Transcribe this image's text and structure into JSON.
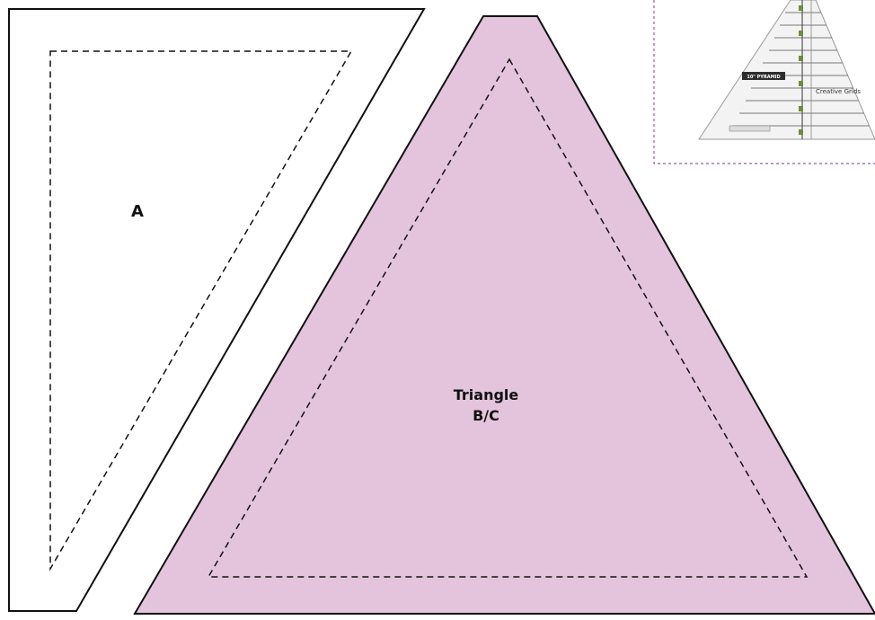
{
  "piece_a": {
    "label": "A",
    "fill_color": "#ffffff"
  },
  "triangle_bc": {
    "label_line1": "Triangle",
    "label_line2": "B/C",
    "fill_color": "#e4c4dc"
  },
  "ruler_thumbnail": {
    "frame_color": "#9b59b6",
    "ruler_text_left": "10\" PYRAMID",
    "ruler_text_right": "Creative Grids",
    "ruler_accent_color": "#6a8f3a"
  }
}
